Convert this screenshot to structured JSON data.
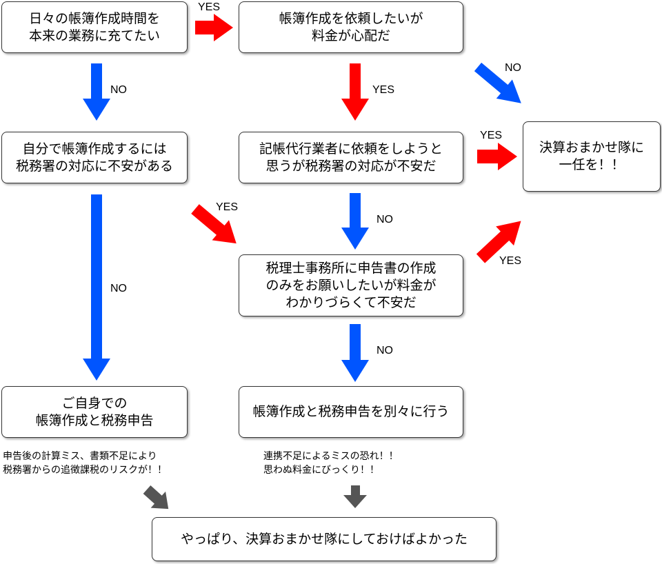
{
  "boxes": {
    "b1": [
      "日々の帳簿作成時間を",
      "本来の業務に充てたい"
    ],
    "b2": [
      "帳簿作成を依頼したいが",
      "料金が心配だ"
    ],
    "b3": [
      "自分で帳簿作成するには",
      "税務署の対応に不安がある"
    ],
    "b4": [
      "記帳代行業者に依頼をしようと",
      "思うが税務署の対応が不安だ"
    ],
    "b5": [
      "決算おまかせ隊に",
      "一任を！！"
    ],
    "b6": [
      "税理士事務所に申告書の作成",
      "のみをお願いしたいが料金が",
      "わかりづらくて不安だ"
    ],
    "b7": [
      "ご自身での",
      "帳簿作成と税務申告"
    ],
    "b8": [
      "帳簿作成と税務申告を別々に行う"
    ],
    "b9": [
      "やっぱり、決算おまかせ隊にしておけばよかった"
    ]
  },
  "notes": {
    "left": [
      "申告後の計算ミス、書類不足により",
      "税務署からの追徴課税のリスクが！！"
    ],
    "right": [
      "連携不足によるミスの恐れ！！",
      "思わぬ料金にびっくり！！"
    ]
  },
  "labels": {
    "yes": "YES",
    "no": "NO"
  },
  "colors": {
    "yes_arrow": "#ff0000",
    "no_arrow": "#0055ff",
    "result_arrow": "#555555",
    "box_border": "#333333"
  }
}
